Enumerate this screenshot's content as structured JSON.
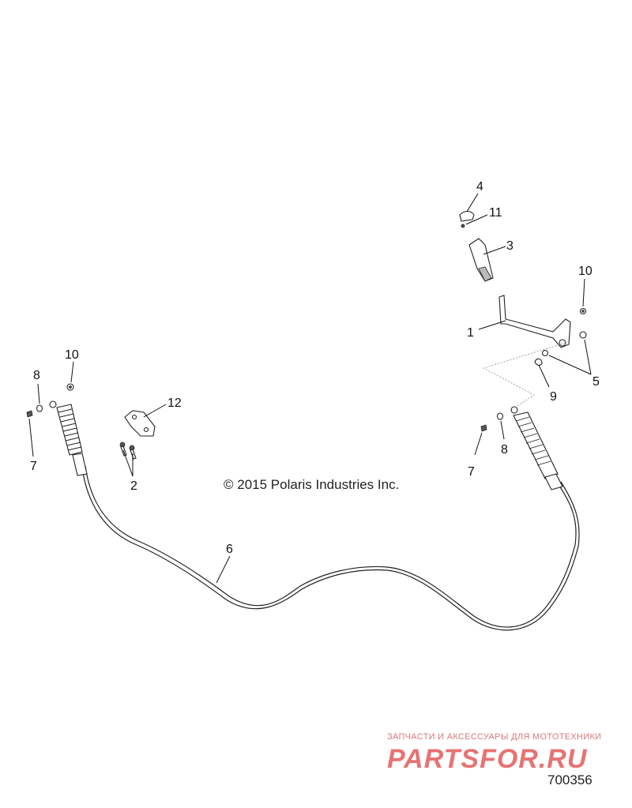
{
  "callouts": {
    "c1": "1",
    "c2": "2",
    "c3": "3",
    "c4": "4",
    "c5": "5",
    "c6": "6",
    "c7a": "7",
    "c7b": "7",
    "c8a": "8",
    "c8b": "8",
    "c9": "9",
    "c10a": "10",
    "c10b": "10",
    "c11": "11",
    "c12": "12"
  },
  "copyright": "© 2015 Polaris Industries Inc.",
  "watermark": {
    "tagline": "ЗАПЧАСТИ И АКСЕССУАРЫ ДЛЯ МОТОТЕХНИКИ",
    "logo": "PARTSFOR.RU"
  },
  "diagram_id": "700356"
}
